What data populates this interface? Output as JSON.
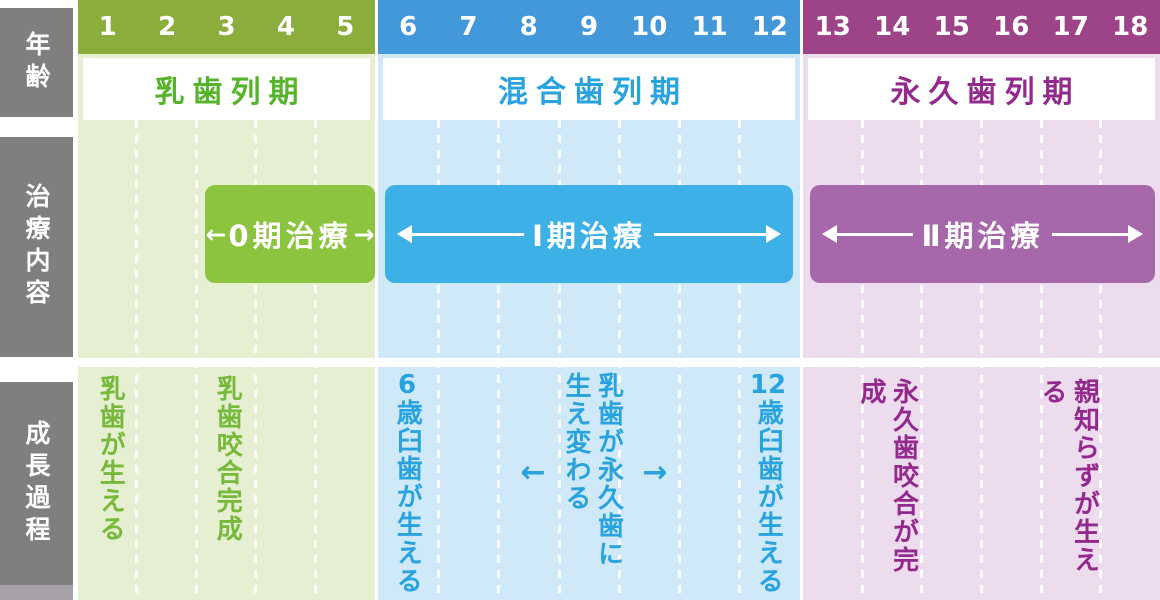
{
  "sidebar": {
    "rows": [
      {
        "label": "年齢"
      },
      {
        "label": "治療内容"
      },
      {
        "label": "成長過程"
      }
    ]
  },
  "icons": {
    "left_arrow": "←",
    "right_arrow": "→"
  },
  "sections": [
    {
      "id": "deciduous",
      "ages": [
        "1",
        "2",
        "3",
        "4",
        "5"
      ],
      "period_label": "乳歯列期",
      "treatment": {
        "label": "0期治療"
      },
      "growth_notes": [
        {
          "text": "乳歯が生える"
        },
        {
          "text": "乳歯咬合完成"
        }
      ]
    },
    {
      "id": "mixed",
      "ages": [
        "6",
        "7",
        "8",
        "9",
        "10",
        "11",
        "12"
      ],
      "period_label": "混合歯列期",
      "treatment": {
        "label": "Ⅰ期治療"
      },
      "growth_notes": [
        {
          "prefix": "6",
          "text": "歳臼歯が生える"
        },
        {
          "text": "乳歯が永久歯に\n生え変わる"
        },
        {
          "prefix": "12",
          "text": "歳臼歯が生える"
        }
      ]
    },
    {
      "id": "permanent",
      "ages": [
        "13",
        "14",
        "15",
        "16",
        "17",
        "18"
      ],
      "period_label": "永久歯列期",
      "treatment": {
        "label": "Ⅱ期治療"
      },
      "growth_notes": [
        {
          "text": "永久歯咬合が完成"
        },
        {
          "text": "親知らずが生える"
        }
      ]
    }
  ],
  "palette": {
    "sidebar_gray": "#7f7f7f",
    "green_header": "#8bad3c",
    "green_light": "#e7efd3",
    "green_bar": "#8cc440",
    "green_text": "#55b42a",
    "blue_header": "#4398da",
    "blue_light": "#cfe9f8",
    "blue_bar": "#3db1e6",
    "blue_text": "#29a3de",
    "purple_header": "#9d4488",
    "purple_light": "#eddced",
    "purple_bar": "#a767ab",
    "purple_text": "#93298c"
  }
}
